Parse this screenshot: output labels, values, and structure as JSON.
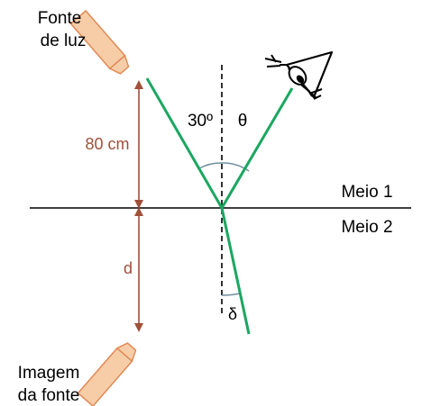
{
  "labels": {
    "source_line1": "Fonte",
    "source_line2": "de luz",
    "image_line1": "Imagem",
    "image_line2": "da fonte",
    "distance_top": "80 cm",
    "distance_bottom": "d",
    "angle_incidence": "30º",
    "angle_reflection": "θ",
    "angle_refraction": "δ",
    "medium_1": "Meio 1",
    "medium_2": "Meio 2"
  },
  "colors": {
    "ray": "#1aa760",
    "dimension": "#a0503a",
    "dimension_text": "#a0503a",
    "lamp_fill": "#f7cda8",
    "lamp_stroke": "#e08a55",
    "angle_arc": "#6f8ea0",
    "interface": "#000000"
  },
  "icons": [
    "lamp-icon",
    "eye-icon"
  ]
}
